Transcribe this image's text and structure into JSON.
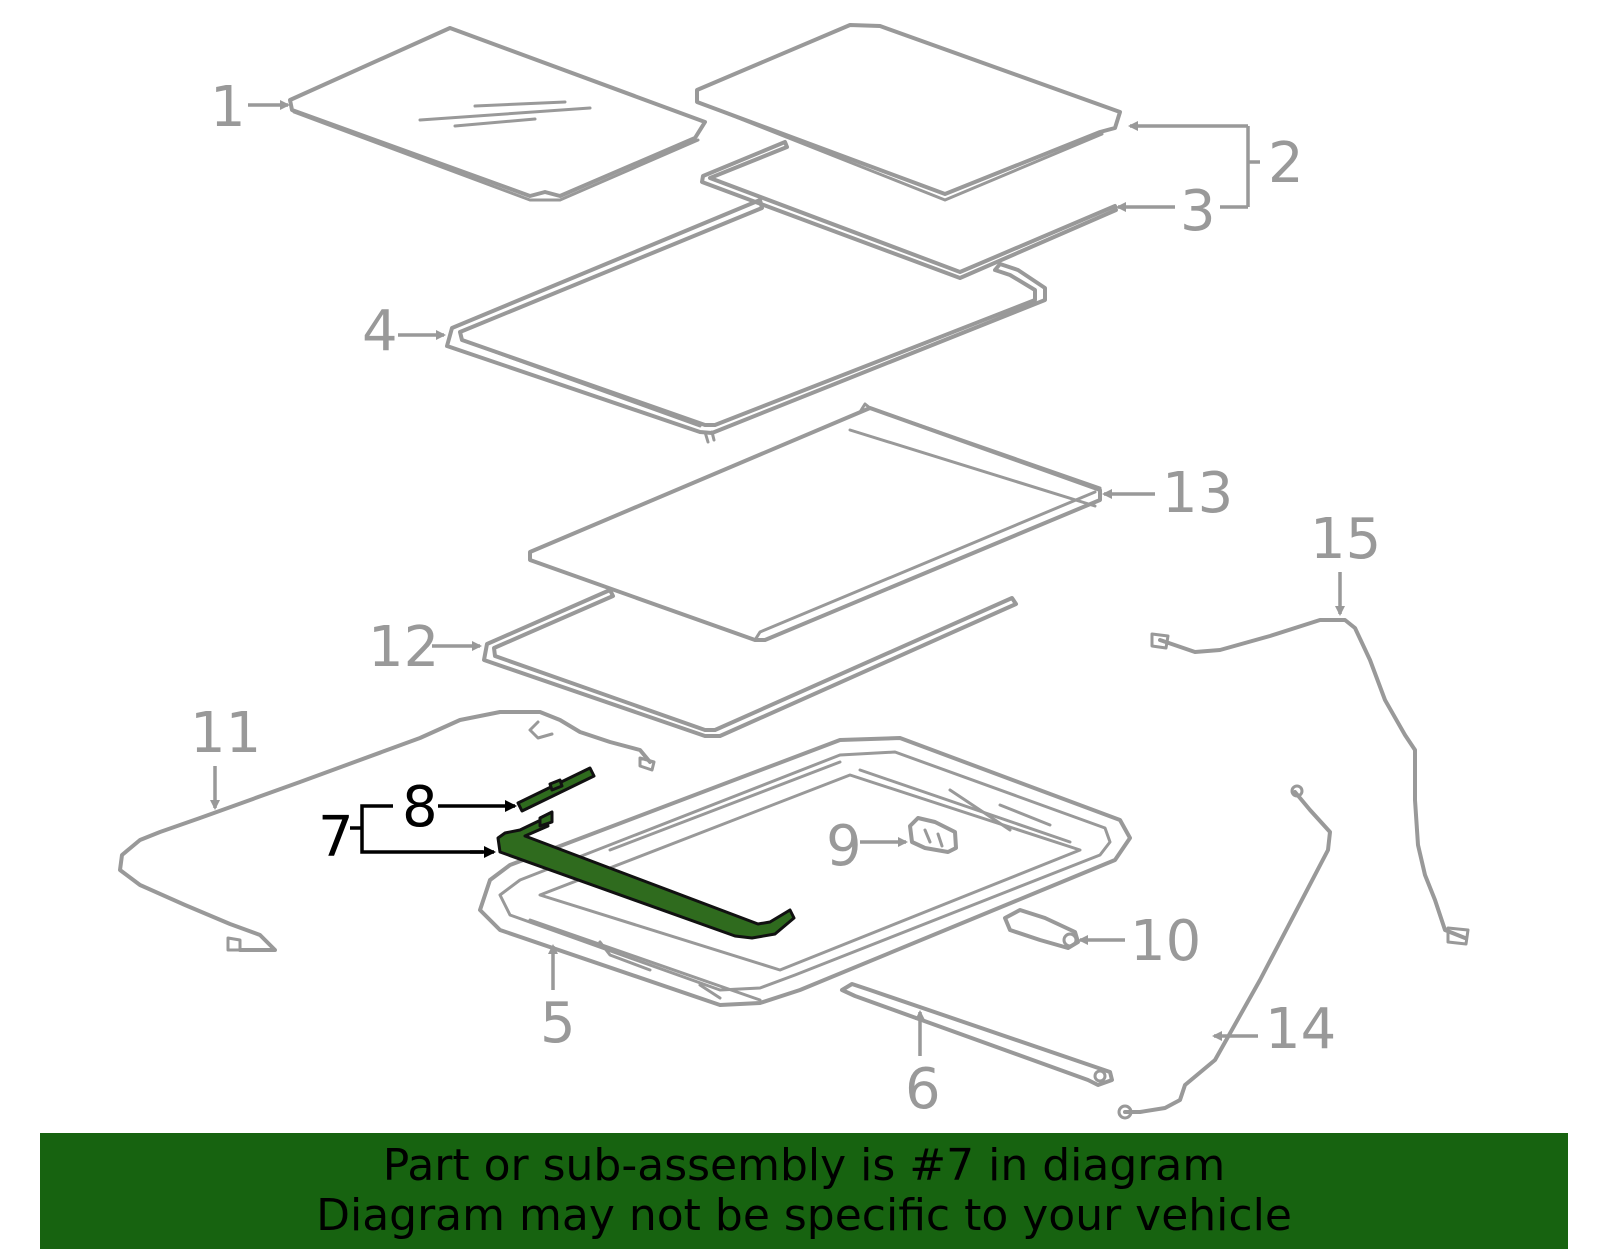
{
  "colors": {
    "part_line": "#999999",
    "highlight_fill": "#2f6b1e",
    "banner_background": "#176310",
    "banner_text": "#000000",
    "active_callout": "#000000"
  },
  "callouts": {
    "c1": "1",
    "c2": "2",
    "c3": "3",
    "c4": "4",
    "c5": "5",
    "c6": "6",
    "c7": "7",
    "c8": "8",
    "c9": "9",
    "c10": "10",
    "c11": "11",
    "c12": "12",
    "c13": "13",
    "c14": "14",
    "c15": "15"
  },
  "highlighted_part": "7",
  "banner": {
    "line1": "Part or sub-assembly is #7 in diagram",
    "line2": "Diagram may not be specific to your vehicle"
  }
}
